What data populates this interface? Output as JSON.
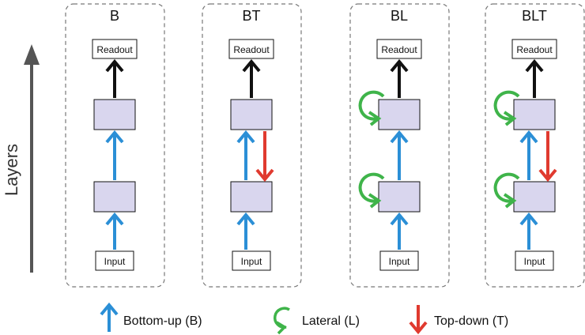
{
  "axis": {
    "label": "Layers"
  },
  "panels": [
    {
      "title": "B",
      "readout": "Readout",
      "input": "Input",
      "bottom_up": true,
      "top_down": false,
      "lateral": false
    },
    {
      "title": "BT",
      "readout": "Readout",
      "input": "Input",
      "bottom_up": true,
      "top_down": true,
      "lateral": false
    },
    {
      "title": "BL",
      "readout": "Readout",
      "input": "Input",
      "bottom_up": true,
      "top_down": false,
      "lateral": true
    },
    {
      "title": "BLT",
      "readout": "Readout",
      "input": "Input",
      "bottom_up": true,
      "top_down": true,
      "lateral": true
    }
  ],
  "legend": [
    {
      "key": "bottom-up",
      "label": "Bottom-up (B)"
    },
    {
      "key": "lateral",
      "label": "Lateral (L)"
    },
    {
      "key": "top-down",
      "label": "Top-down (T)"
    }
  ],
  "colors": {
    "bottom_up": "#2b8fd6",
    "lateral": "#3fb44a",
    "top_down": "#e03a2f",
    "readout_arrow": "#111111",
    "layer_fill": "#d9d6ee",
    "panel_border": "#777777",
    "axis": "#555555"
  }
}
